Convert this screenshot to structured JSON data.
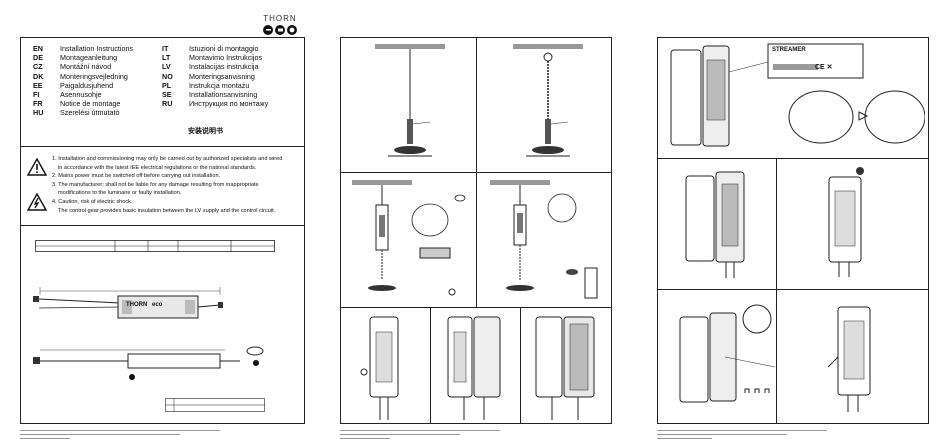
{
  "brand": {
    "name": "THORN",
    "logo": "eco"
  },
  "languages_left": [
    {
      "code": "EN",
      "title": "Installation Instructions"
    },
    {
      "code": "DE",
      "title": "Montageanleitung"
    },
    {
      "code": "CZ",
      "title": "Montážní návod"
    },
    {
      "code": "DK",
      "title": "Monteringsvejledning"
    },
    {
      "code": "EE",
      "title": "Paigaldusjuhend"
    },
    {
      "code": "FI",
      "title": "Asennusohje"
    },
    {
      "code": "FR",
      "title": "Notice de montage"
    },
    {
      "code": "HU",
      "title": "Szerelési útmutató"
    }
  ],
  "languages_right": [
    {
      "code": "IT",
      "title": "Istuzioni di montaggio"
    },
    {
      "code": "LT",
      "title": "Montavimo Instrukcijos"
    },
    {
      "code": "LV",
      "title": "Instalacijas instrukcija"
    },
    {
      "code": "NO",
      "title": "Monteringsanvisning"
    },
    {
      "code": "PL",
      "title": "Instrukcja montażu"
    },
    {
      "code": "SE",
      "title": "Installationsanvisning"
    },
    {
      "code": "RU",
      "title": "Инструкция по монтажу"
    }
  ],
  "chinese_title": "安装说明书",
  "warnings": [
    "1. Installation and commissioning may only be carried out by authorized specialists and wired",
    "in accordance with the latest IEE electrical regulations or the national standards.",
    "2. Mains power must be switched off before carrying out installation.",
    "3. The manufacturer; shall not be liable for any damage resulting from inappropriate",
    "modifications to the luminaire or faulty installation.",
    "4. Caution, risk of electric shock.",
    "The control gear provides basic insulation between the LV  supply and the control circuit."
  ],
  "product_label": "THORN",
  "product_logo": "eco",
  "sticker_brand": "STREAMER",
  "colors": {
    "line": "#222222",
    "gray": "#cfcfcf",
    "light": "#e8e8e8"
  }
}
